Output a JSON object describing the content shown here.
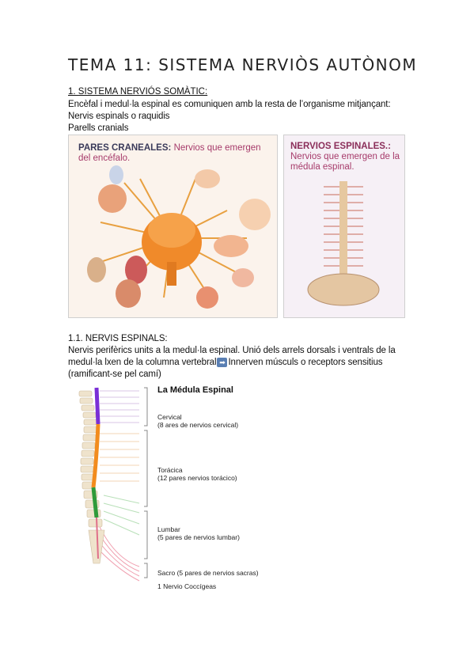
{
  "title": "TEMA 11: SISTEMA NERVIÒS AUTÒNOM",
  "section1": {
    "heading": "1. SISTEMA NERVIÓS SOMÀTIC:",
    "lines": [
      "Encèfal i medul·la espinal es comuniquen amb la resta de l’organisme mitjançant:",
      "Nervis espinals o raquidis",
      "Parells cranials"
    ]
  },
  "figure1": {
    "left_title": "PARES CRANEALES:",
    "left_subtitle": "Nervios que emergen del encéfalo.",
    "right_title": "NERVIOS ESPINALES.:",
    "right_subtitle": "Nervios que emergen de la médula espinal."
  },
  "section11": {
    "heading": "1.1.  NERVIS ESPINALS:",
    "line1": "Nervis perifèrics units a la medul·la espinal.  Unió dels arrels dorsals i ventrals de la",
    "line2_a": "medul·la  lxen de la columna vertebral",
    "line2_b": "Innerven músculs o receptors sensitius",
    "line3": "(ramificant-se pel camí)"
  },
  "figure2": {
    "title": "La Médula Espinal",
    "cervical": "Cervical",
    "cervical_sub": "(8 ares de nervios cervical)",
    "toracica": "Torácica",
    "toracica_sub": "(12 pares nervios torácico)",
    "lumbar": "Lumbar",
    "lumbar_sub": "(5 pares de nervios lumbar)",
    "sacro": "Sacro (5 pares de nervios sacras)",
    "coccigeas": "1 Nervio Coccígeas",
    "colors": {
      "cervical": "#7a2fd6",
      "toracica": "#f28c1e",
      "lumbar": "#2f9a3a",
      "sacro": "#e0708a"
    }
  }
}
